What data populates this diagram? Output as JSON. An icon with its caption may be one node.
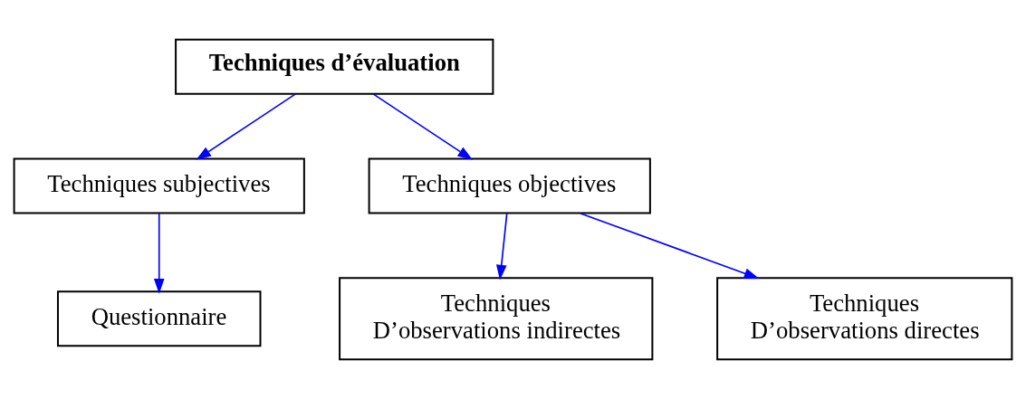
{
  "diagram": {
    "nodes": [
      {
        "text": [
          "Techniques d’évaluation"
        ]
      },
      {
        "text": [
          "Techniques subjectives"
        ]
      },
      {
        "text": [
          "Techniques objectives"
        ]
      },
      {
        "text": [
          "Questionnaire"
        ]
      },
      {
        "text": [
          "Techniques D’observations indirectes"
        ]
      },
      {
        "text": [
          "Techniques D’observations directes"
        ]
      }
    ],
    "edges": [
      {
        "from": 0,
        "to": 1,
        "arrow": "to"
      },
      {
        "from": 0,
        "to": 2,
        "arrow": "to"
      },
      {
        "from": 1,
        "to": 3,
        "arrow": "to"
      },
      {
        "from": 2,
        "to": 4,
        "arrow": "to"
      },
      {
        "from": 2,
        "to": 5,
        "arrow": "to"
      }
    ]
  }
}
